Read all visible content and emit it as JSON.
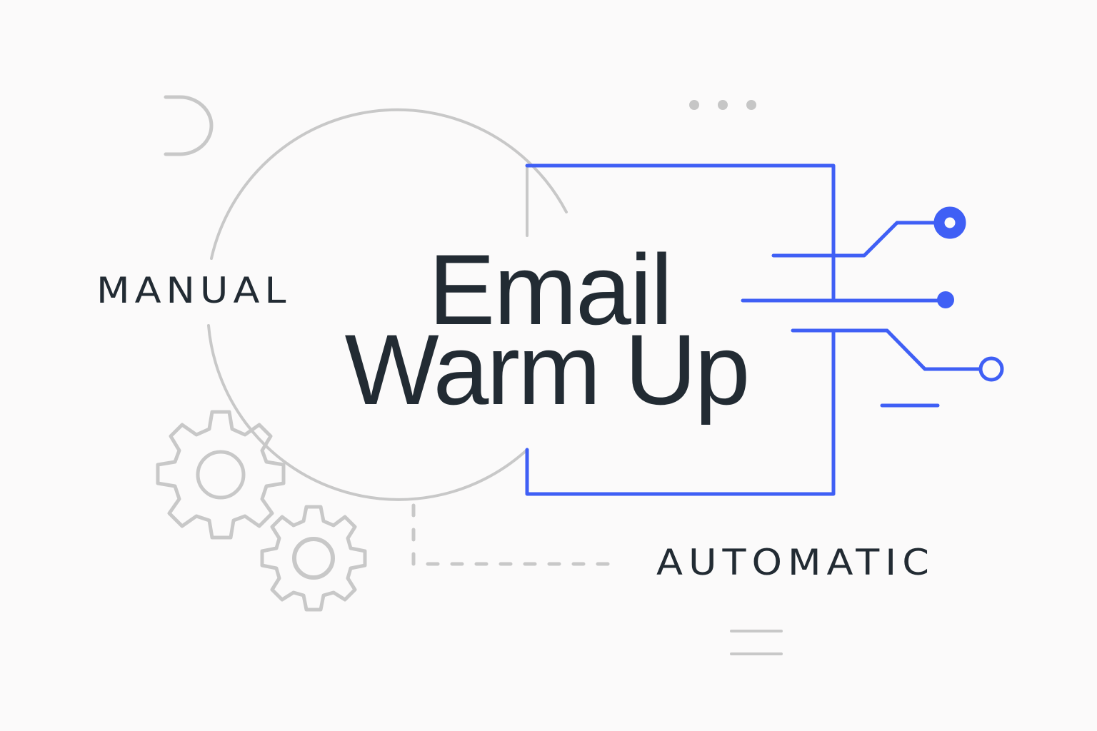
{
  "title": {
    "line1": "Email",
    "line2": "Warm Up"
  },
  "labels": {
    "left": "MANUAL",
    "right": "AUTOMATIC"
  },
  "colors": {
    "background": "#fbfafa",
    "text": "#222b33",
    "accent_blue": "#3f5ff5",
    "line_gray": "#c8c8c8"
  },
  "icons": {
    "gears": "gear-icon",
    "dots": "ellipsis-icon",
    "circuit_nodes": "circuit-node-icon",
    "menu_lines": "two-lines-icon"
  }
}
